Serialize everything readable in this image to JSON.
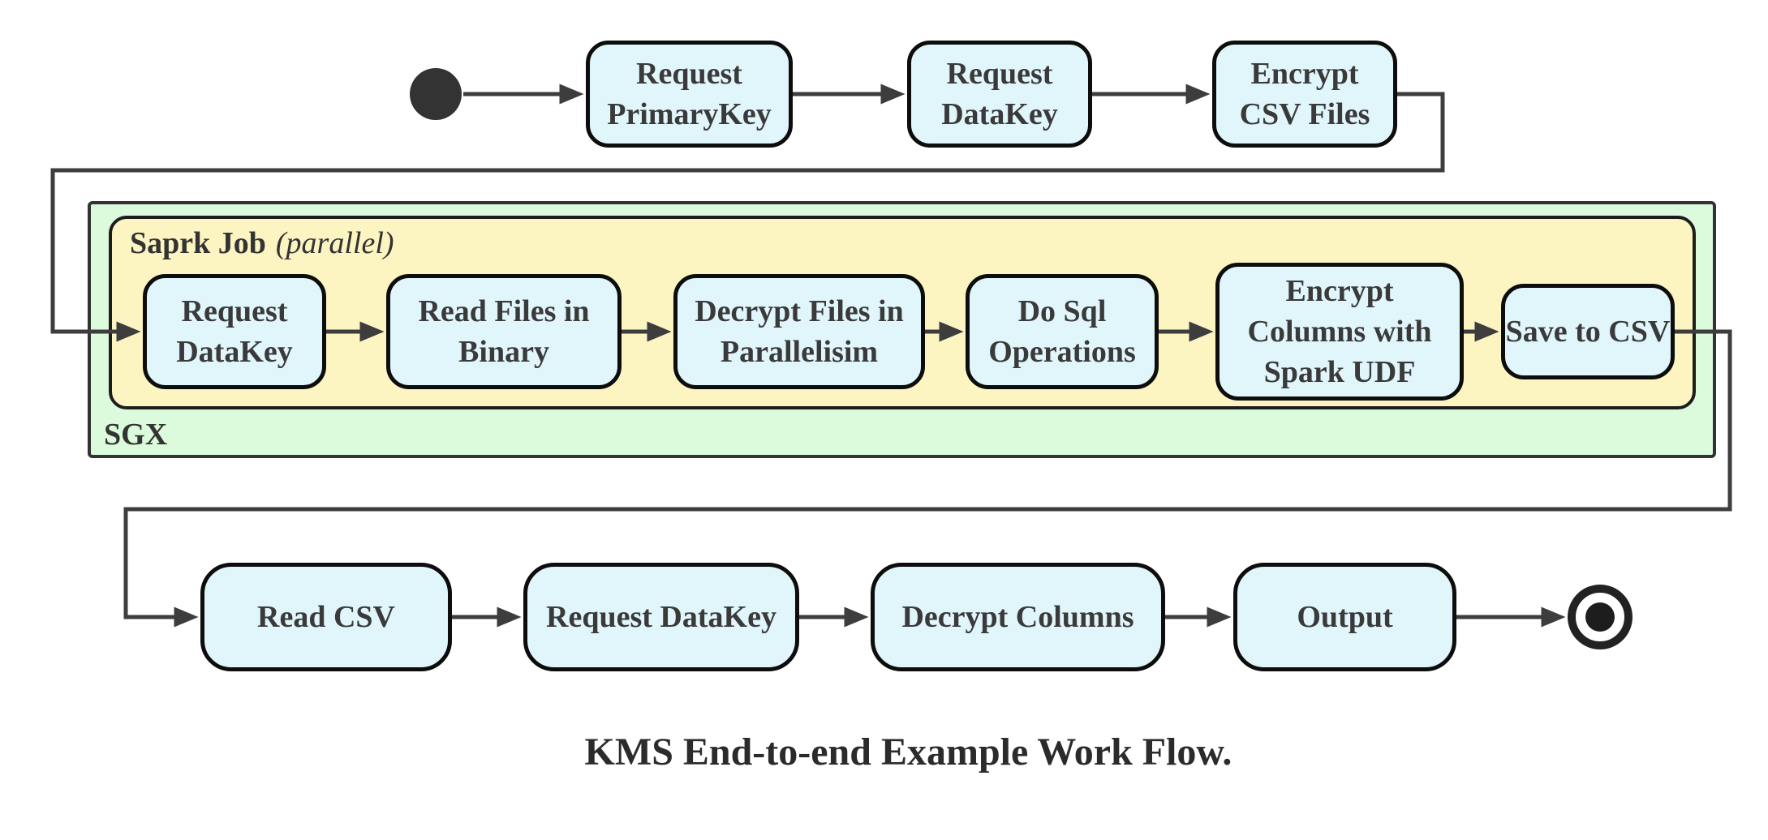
{
  "caption": "KMS End-to-end Example Work Flow.",
  "colors": {
    "node_fill": "#e0f6fb",
    "node_border": "#0d0d0d",
    "sgx_fill": "#dcfadc",
    "spark_fill": "#fcf5c2",
    "edge": "#3d3d3d",
    "text": "#3a3a3a"
  },
  "start_flow": {
    "nodes": [
      {
        "label": "Request\nPrimaryKey"
      },
      {
        "label": "Request\nDataKey"
      },
      {
        "label": "Encrypt\nCSV Files"
      }
    ]
  },
  "sgx": {
    "label": "SGX",
    "spark_job": {
      "title": "Saprk Job",
      "title_suffix": "(parallel)",
      "steps": [
        {
          "label": "Request\nDataKey"
        },
        {
          "label": "Read Files in\nBinary"
        },
        {
          "label": "Decrypt Files in\nParallelisim"
        },
        {
          "label": "Do Sql\nOperations"
        },
        {
          "label": "Encrypt\nColumns with\nSpark UDF"
        },
        {
          "label": "Save to CSV"
        }
      ]
    }
  },
  "output_flow": {
    "nodes": [
      {
        "label": "Read CSV"
      },
      {
        "label": "Request DataKey"
      },
      {
        "label": "Decrypt Columns"
      },
      {
        "label": "Output"
      }
    ]
  }
}
